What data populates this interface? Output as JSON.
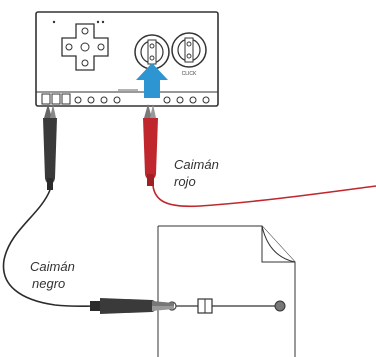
{
  "labels": {
    "red_clip": [
      "Caimán",
      "rojo"
    ],
    "black_clip": [
      "Caimán",
      "negro"
    ],
    "click_button": "CLICK"
  },
  "colors": {
    "red_wire": "#c0262d",
    "black_wire": "#2b2b2b",
    "arrow": "#2e95d3",
    "outline": "#333333"
  },
  "icons": {
    "arrow": "arrow-up-icon",
    "dpad": "dpad-icon",
    "board": "makey-makey-board"
  }
}
